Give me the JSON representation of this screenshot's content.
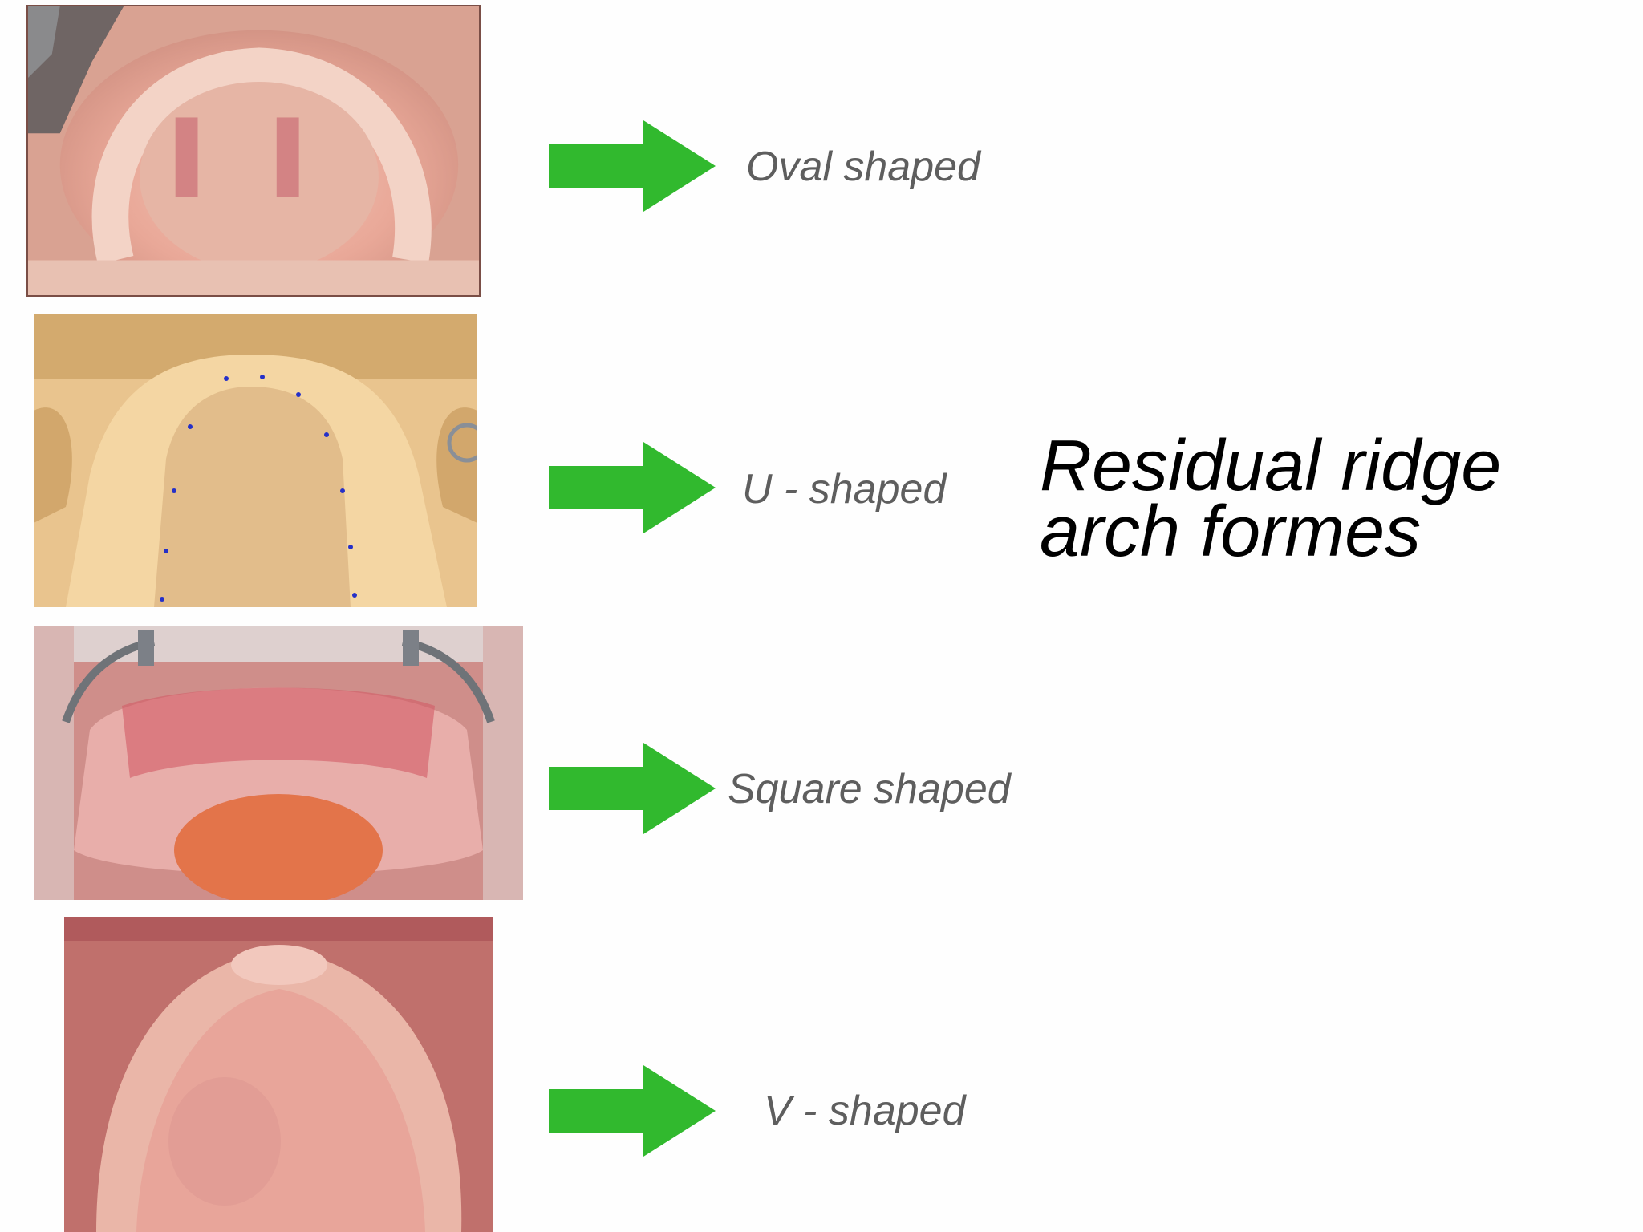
{
  "title": {
    "line1": "Residual ridge",
    "line2": "arch formes"
  },
  "rows": [
    {
      "label": "Oval shaped",
      "image": "oval-arch-photo",
      "arrow_color": "#31b92e"
    },
    {
      "label": "U - shaped",
      "image": "u-arch-photo",
      "arrow_color": "#31b92e"
    },
    {
      "label": "Square shaped",
      "image": "square-arch-photo",
      "arrow_color": "#31b92e"
    },
    {
      "label": "V - shaped",
      "image": "v-arch-photo",
      "arrow_color": "#31b92e"
    }
  ],
  "colors": {
    "arrow": "#31b92e",
    "label_text": "#5e5e5e",
    "title_text": "#000000",
    "background": "#fefefe"
  }
}
